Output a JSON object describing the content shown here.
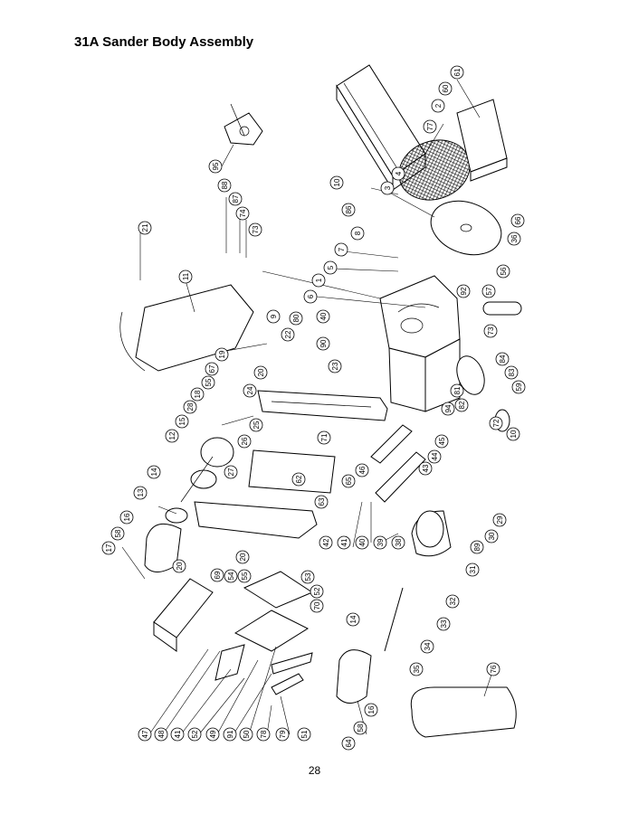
{
  "title": "31A Sander Body Assembly",
  "page_number": "28",
  "callouts": [
    {
      "id": "c61",
      "label": "61"
    },
    {
      "id": "c60",
      "label": "60"
    },
    {
      "id": "c2",
      "label": "2"
    },
    {
      "id": "c77",
      "label": "77"
    },
    {
      "id": "c95",
      "label": "95"
    },
    {
      "id": "c88",
      "label": "88"
    },
    {
      "id": "c87",
      "label": "87"
    },
    {
      "id": "c74",
      "label": "74"
    },
    {
      "id": "c73",
      "label": "73"
    },
    {
      "id": "c4",
      "label": "4"
    },
    {
      "id": "c10a",
      "label": "10"
    },
    {
      "id": "c3",
      "label": "3"
    },
    {
      "id": "c86",
      "label": "86"
    },
    {
      "id": "c8",
      "label": "8"
    },
    {
      "id": "c66",
      "label": "66"
    },
    {
      "id": "c36",
      "label": "36"
    },
    {
      "id": "c21",
      "label": "21"
    },
    {
      "id": "c7",
      "label": "7"
    },
    {
      "id": "c5",
      "label": "5"
    },
    {
      "id": "c56",
      "label": "56"
    },
    {
      "id": "c57",
      "label": "57"
    },
    {
      "id": "c11",
      "label": "11"
    },
    {
      "id": "c1",
      "label": "1"
    },
    {
      "id": "c6",
      "label": "6"
    },
    {
      "id": "c92",
      "label": "92"
    },
    {
      "id": "c40",
      "label": "40"
    },
    {
      "id": "c9",
      "label": "9"
    },
    {
      "id": "c80",
      "label": "80"
    },
    {
      "id": "c22",
      "label": "22"
    },
    {
      "id": "c90",
      "label": "90"
    },
    {
      "id": "c73b",
      "label": "73"
    },
    {
      "id": "c23",
      "label": "23"
    },
    {
      "id": "c19",
      "label": "19"
    },
    {
      "id": "c67",
      "label": "67"
    },
    {
      "id": "c55a",
      "label": "55"
    },
    {
      "id": "c18",
      "label": "18"
    },
    {
      "id": "c20a",
      "label": "20"
    },
    {
      "id": "c24",
      "label": "24"
    },
    {
      "id": "c84",
      "label": "84"
    },
    {
      "id": "c83",
      "label": "83"
    },
    {
      "id": "c59",
      "label": "59"
    },
    {
      "id": "c81",
      "label": "81"
    },
    {
      "id": "c28",
      "label": "28"
    },
    {
      "id": "c15",
      "label": "15"
    },
    {
      "id": "c25",
      "label": "25"
    },
    {
      "id": "c26",
      "label": "26"
    },
    {
      "id": "c94",
      "label": "94"
    },
    {
      "id": "c82",
      "label": "82"
    },
    {
      "id": "c72",
      "label": "72"
    },
    {
      "id": "c10b",
      "label": "10"
    },
    {
      "id": "c12",
      "label": "12"
    },
    {
      "id": "c71",
      "label": "71"
    },
    {
      "id": "c45",
      "label": "45"
    },
    {
      "id": "c44",
      "label": "44"
    },
    {
      "id": "c46",
      "label": "46"
    },
    {
      "id": "c43",
      "label": "43"
    },
    {
      "id": "c27",
      "label": "27"
    },
    {
      "id": "c14a",
      "label": "14"
    },
    {
      "id": "c62",
      "label": "62"
    },
    {
      "id": "c63",
      "label": "63"
    },
    {
      "id": "c65",
      "label": "65"
    },
    {
      "id": "c13",
      "label": "13"
    },
    {
      "id": "c29",
      "label": "29"
    },
    {
      "id": "c42",
      "label": "42"
    },
    {
      "id": "c41a",
      "label": "41"
    },
    {
      "id": "c40b",
      "label": "40"
    },
    {
      "id": "c39",
      "label": "39"
    },
    {
      "id": "c38",
      "label": "38"
    },
    {
      "id": "c30",
      "label": "30"
    },
    {
      "id": "c89",
      "label": "89"
    },
    {
      "id": "c16a",
      "label": "16"
    },
    {
      "id": "c58a",
      "label": "58"
    },
    {
      "id": "c17",
      "label": "17"
    },
    {
      "id": "c20b",
      "label": "20"
    },
    {
      "id": "c31",
      "label": "31"
    },
    {
      "id": "c69",
      "label": "69"
    },
    {
      "id": "c54",
      "label": "54"
    },
    {
      "id": "c20c",
      "label": "20"
    },
    {
      "id": "c55b",
      "label": "55"
    },
    {
      "id": "c53",
      "label": "53"
    },
    {
      "id": "c52a",
      "label": "52"
    },
    {
      "id": "c32",
      "label": "32"
    },
    {
      "id": "c70",
      "label": "70"
    },
    {
      "id": "c33",
      "label": "33"
    },
    {
      "id": "c14b",
      "label": "14"
    },
    {
      "id": "c34",
      "label": "34"
    },
    {
      "id": "c35",
      "label": "35"
    },
    {
      "id": "c76",
      "label": "76"
    },
    {
      "id": "c47",
      "label": "47"
    },
    {
      "id": "c48",
      "label": "48"
    },
    {
      "id": "c41b",
      "label": "41"
    },
    {
      "id": "c52b",
      "label": "52"
    },
    {
      "id": "c49",
      "label": "49"
    },
    {
      "id": "c91",
      "label": "91"
    },
    {
      "id": "c50",
      "label": "50"
    },
    {
      "id": "c78",
      "label": "78"
    },
    {
      "id": "c79",
      "label": "79"
    },
    {
      "id": "c51",
      "label": "51"
    },
    {
      "id": "c16b",
      "label": "16"
    },
    {
      "id": "c58b",
      "label": "58"
    },
    {
      "id": "c64",
      "label": "64"
    }
  ]
}
